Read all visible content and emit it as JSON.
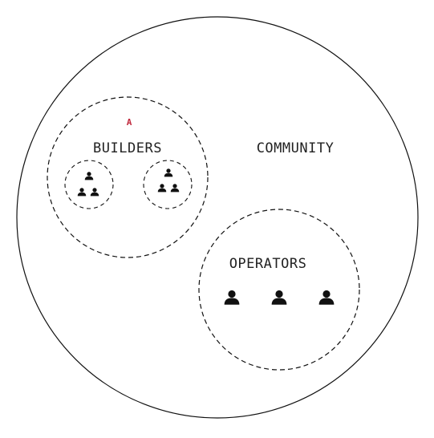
{
  "diagram": {
    "marker": "A",
    "community_label": "COMMUNITY",
    "builders_label": "BUILDERS",
    "operators_label": "OPERATORS",
    "icon": "person-icon",
    "colors": {
      "stroke": "#111111",
      "text": "#222222",
      "marker": "#c0283c",
      "background": "#ffffff"
    }
  }
}
